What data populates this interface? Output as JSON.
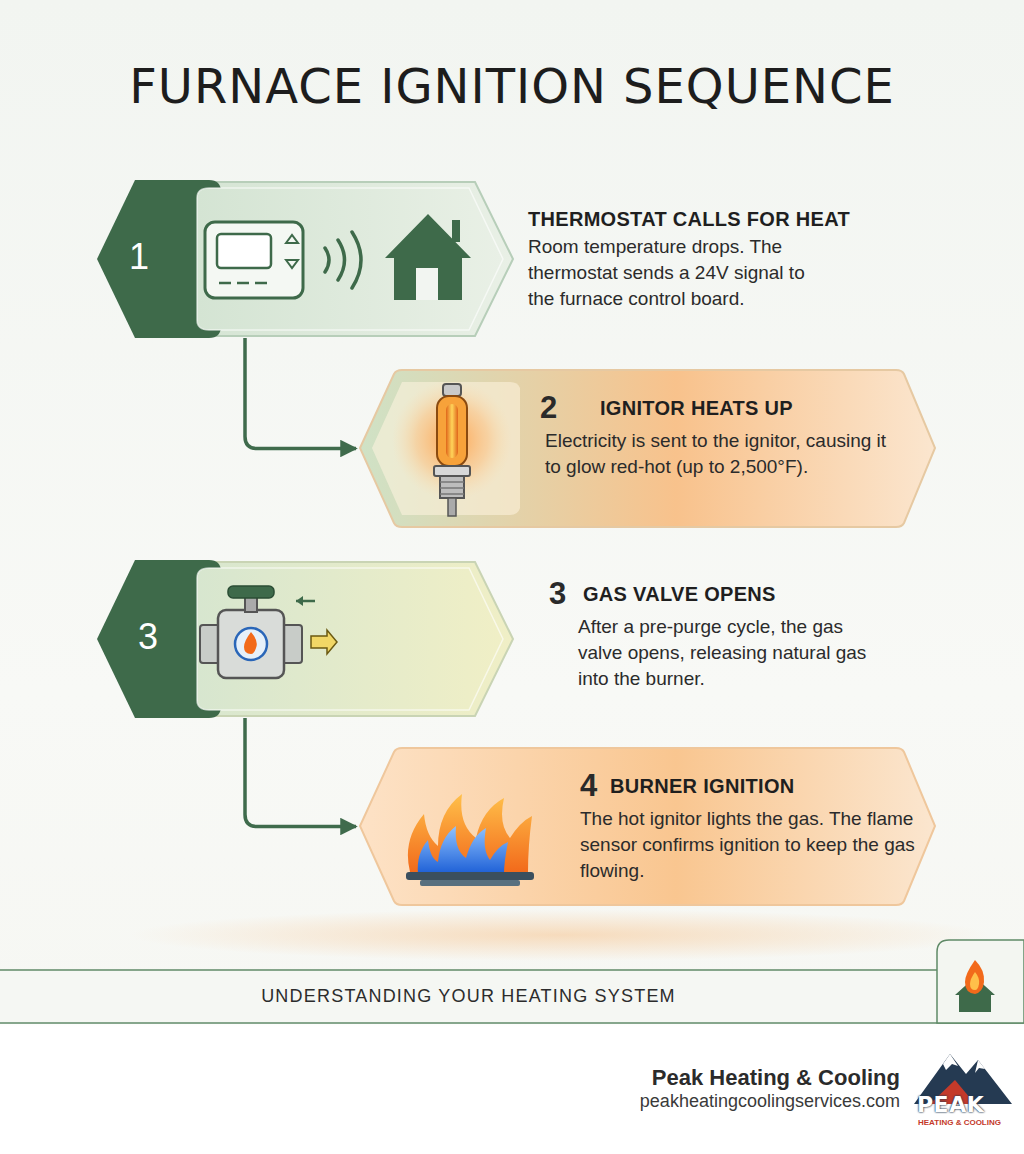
{
  "diagram": {
    "title": "FURNACE IGNITION SEQUENCE",
    "nodes": [
      {
        "text": [
          "1",
          "THERMOSTAT CALLS FOR HEAT",
          "Room temperature drops. The thermostat sends a 24V signal to the furnace control board."
        ]
      },
      {
        "text": [
          "2",
          "IGNITOR HEATS UP",
          "Electricity is sent to the ignitor, causing it to glow red-hot (up to 2,500°F)."
        ]
      },
      {
        "text": [
          "3",
          "3",
          "GAS VALVE OPENS",
          "After a pre-purge cycle, the gas valve opens, releasing natural gas into the burner."
        ]
      },
      {
        "text": [
          "4",
          "BURNER IGNITION",
          "The hot ignitor lights the gas. The flame sensor confirms ignition to keep the gas flowing."
        ]
      },
      {
        "text": [
          "UNDERSTANDING YOUR HEATING SYSTEM"
        ]
      }
    ],
    "edges": [
      {
        "from": 0,
        "to": 1,
        "arrow": "to"
      },
      {
        "from": 2,
        "to": 3,
        "arrow": "to"
      }
    ],
    "labels": [
      "Peak Heating & Cooling",
      "peakheatingcoolingservices.com",
      "PEAK",
      "HEATING & COOLING"
    ]
  }
}
